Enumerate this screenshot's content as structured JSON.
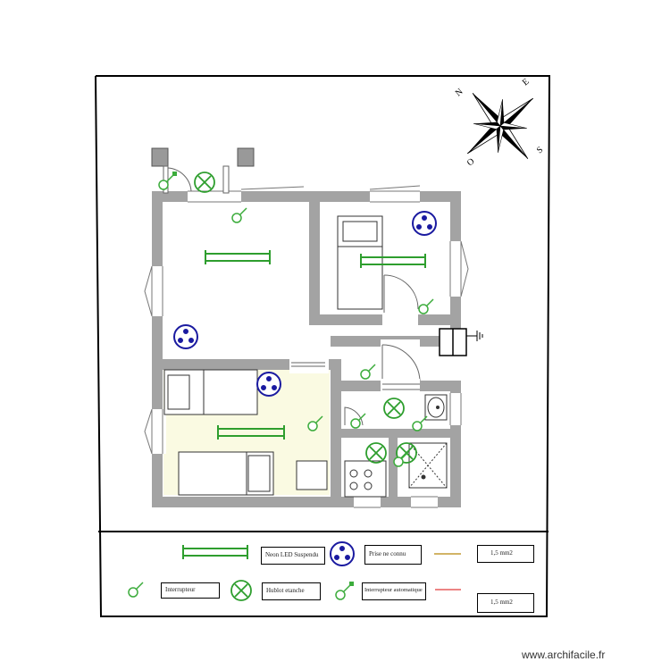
{
  "compass": {
    "n": "N",
    "e": "E",
    "s": "S",
    "o": "O"
  },
  "legend": {
    "led_neon": "Neon LED Suspendu",
    "socket": "Prise ne connu",
    "wire_a": "1,5 mm2",
    "switch": "Interrupteur",
    "hublot": "Hublot etanche",
    "auto_switch": "Interrupteur automatique",
    "wire_b": "1,5 mm2"
  },
  "colors": {
    "wall": "#a3a3a3",
    "bedroom_floor": "#fafae2",
    "led": "#2e9e2e",
    "switch": "#3cac3c",
    "socket": "#1a1aa0",
    "wire_a": "#b8860b",
    "wire_b": "#e03a3a"
  },
  "watermark": "www.archifacile.fr"
}
